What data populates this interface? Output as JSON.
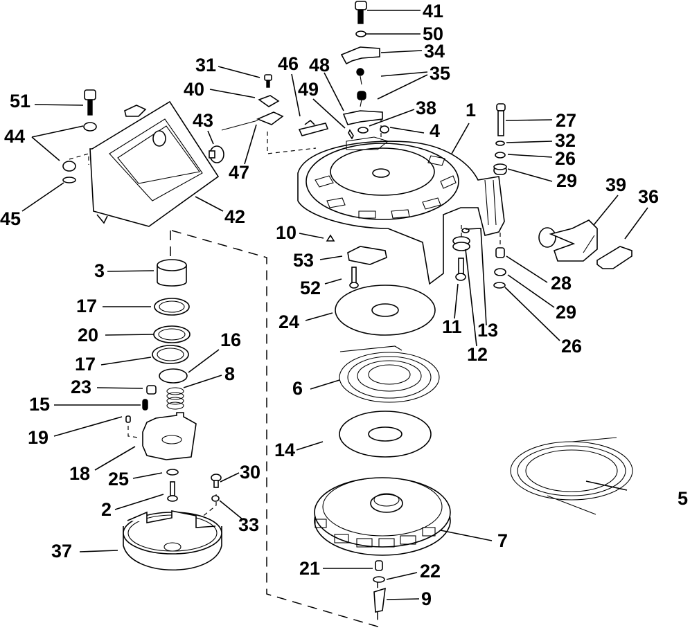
{
  "diagram": {
    "title": "Rewind Starter Assembly - Exploded Parts View",
    "ink_color": "#000000",
    "background_color": "#ffffff",
    "callouts": [
      {
        "id": "41",
        "label": "41",
        "part": "Screw"
      },
      {
        "id": "50",
        "label": "50",
        "part": "Washer"
      },
      {
        "id": "34",
        "label": "34",
        "part": "Lockout lever"
      },
      {
        "id": "35",
        "label": "35",
        "part": "Spring"
      },
      {
        "id": "31",
        "label": "31",
        "part": "Screw"
      },
      {
        "id": "46",
        "label": "46",
        "part": "Link"
      },
      {
        "id": "48",
        "label": "48",
        "part": "Lever"
      },
      {
        "id": "40",
        "label": "40",
        "part": "Nut clip"
      },
      {
        "id": "49",
        "label": "49",
        "part": "Pin"
      },
      {
        "id": "38",
        "label": "38",
        "part": "Washer"
      },
      {
        "id": "51",
        "label": "51",
        "part": "Screw"
      },
      {
        "id": "43",
        "label": "43",
        "part": "Clip"
      },
      {
        "id": "1",
        "label": "1",
        "part": "Starter housing"
      },
      {
        "id": "4",
        "label": "4",
        "part": "Nut"
      },
      {
        "id": "27",
        "label": "27",
        "part": "Screw"
      },
      {
        "id": "44",
        "label": "44",
        "part": "Grommet"
      },
      {
        "id": "47",
        "label": "47",
        "part": "Lockout link"
      },
      {
        "id": "32",
        "label": "32",
        "part": "Lockwasher"
      },
      {
        "id": "26",
        "label": "26",
        "part": "Washer"
      },
      {
        "id": "29",
        "label": "29",
        "part": "Grommet"
      },
      {
        "id": "39",
        "label": "39",
        "part": "Handle"
      },
      {
        "id": "36",
        "label": "36",
        "part": "Handle insert"
      },
      {
        "id": "45",
        "label": "45",
        "part": "Washer"
      },
      {
        "id": "42",
        "label": "42",
        "part": "Handle bracket"
      },
      {
        "id": "10",
        "label": "10",
        "part": "Nut"
      },
      {
        "id": "53",
        "label": "53",
        "part": "Rope guide"
      },
      {
        "id": "3",
        "label": "3",
        "part": "Bushing"
      },
      {
        "id": "52",
        "label": "52",
        "part": "Screw"
      },
      {
        "id": "28",
        "label": "28",
        "part": "Spacer"
      },
      {
        "id": "17a",
        "label": "17",
        "part": "Washer"
      },
      {
        "id": "24",
        "label": "24",
        "part": "Spring plate"
      },
      {
        "id": "11",
        "label": "11",
        "part": "Screw"
      },
      {
        "id": "13",
        "label": "13",
        "part": "O-ring"
      },
      {
        "id": "29b",
        "label": "29",
        "part": "Grommet"
      },
      {
        "id": "20",
        "label": "20",
        "part": "Wave washer"
      },
      {
        "id": "16",
        "label": "16",
        "part": "Washer"
      },
      {
        "id": "26b",
        "label": "26",
        "part": "Washer"
      },
      {
        "id": "12",
        "label": "12",
        "part": "Roller"
      },
      {
        "id": "17b",
        "label": "17",
        "part": "Washer"
      },
      {
        "id": "8",
        "label": "8",
        "part": "Spring"
      },
      {
        "id": "23",
        "label": "23",
        "part": "Pawl"
      },
      {
        "id": "6",
        "label": "6",
        "part": "Rewind spring"
      },
      {
        "id": "15",
        "label": "15",
        "part": "Spring"
      },
      {
        "id": "19",
        "label": "19",
        "part": "Pin"
      },
      {
        "id": "14",
        "label": "14",
        "part": "Spring plate"
      },
      {
        "id": "18",
        "label": "18",
        "part": "Pawl plate"
      },
      {
        "id": "30",
        "label": "30",
        "part": "Screw"
      },
      {
        "id": "25",
        "label": "25",
        "part": "Washer"
      },
      {
        "id": "5",
        "label": "5",
        "part": "Starter rope"
      },
      {
        "id": "2",
        "label": "2",
        "part": "Screw"
      },
      {
        "id": "33",
        "label": "33",
        "part": "Nut"
      },
      {
        "id": "7",
        "label": "7",
        "part": "Pulley"
      },
      {
        "id": "37",
        "label": "37",
        "part": "Starter cup"
      },
      {
        "id": "21",
        "label": "21",
        "part": "Bushing"
      },
      {
        "id": "22",
        "label": "22",
        "part": "Washer"
      },
      {
        "id": "9",
        "label": "9",
        "part": "Lockout cam"
      }
    ]
  }
}
